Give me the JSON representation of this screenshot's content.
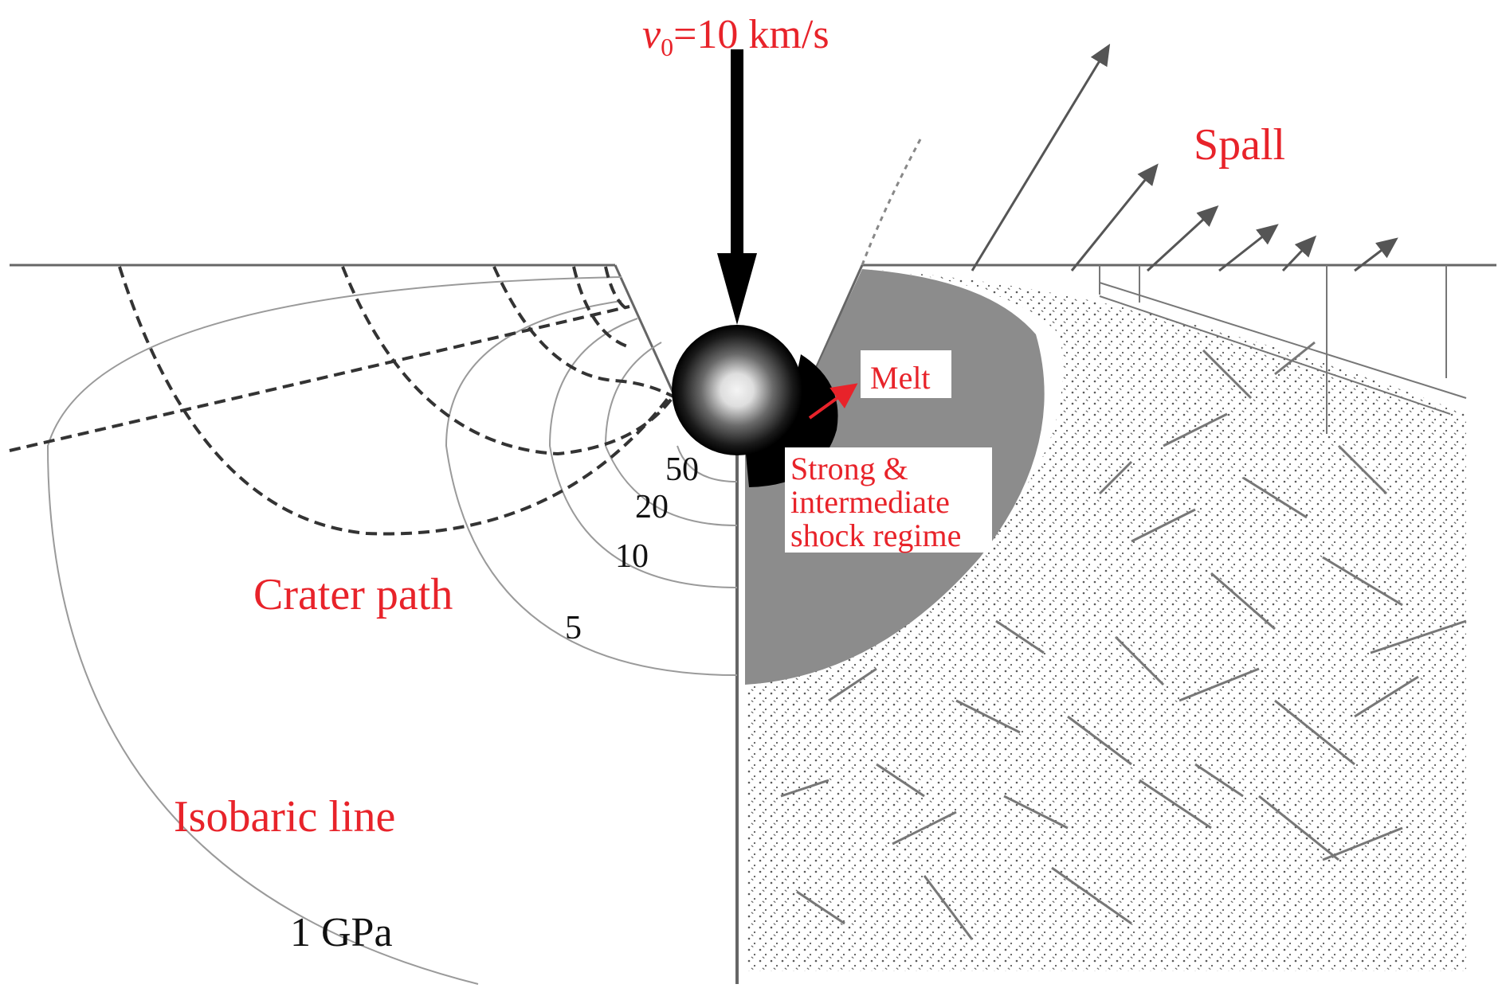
{
  "title": {
    "velocity_symbol": "v",
    "velocity_subscript": "0",
    "velocity_value": "=10 km/s"
  },
  "labels": {
    "spall": "Spall",
    "melt": "Melt",
    "shock_line1": "Strong &",
    "shock_line2": "intermediate",
    "shock_line3": "shock regime",
    "crater_path": "Crater path",
    "isobaric_line": "Isobaric line",
    "isobar_1gpa": "1 GPa"
  },
  "isobars": [
    "50",
    "20",
    "10",
    "5"
  ],
  "colors": {
    "annotation": "#e8232a",
    "shock_zone": "#8c8c8c",
    "projectile": "#000000",
    "spall_arrows": "#555555"
  },
  "icons": {
    "impact_arrow": "down-arrow-icon",
    "spall_arrows": "diagonal-arrow-icon",
    "projectile": "sphere-icon"
  }
}
